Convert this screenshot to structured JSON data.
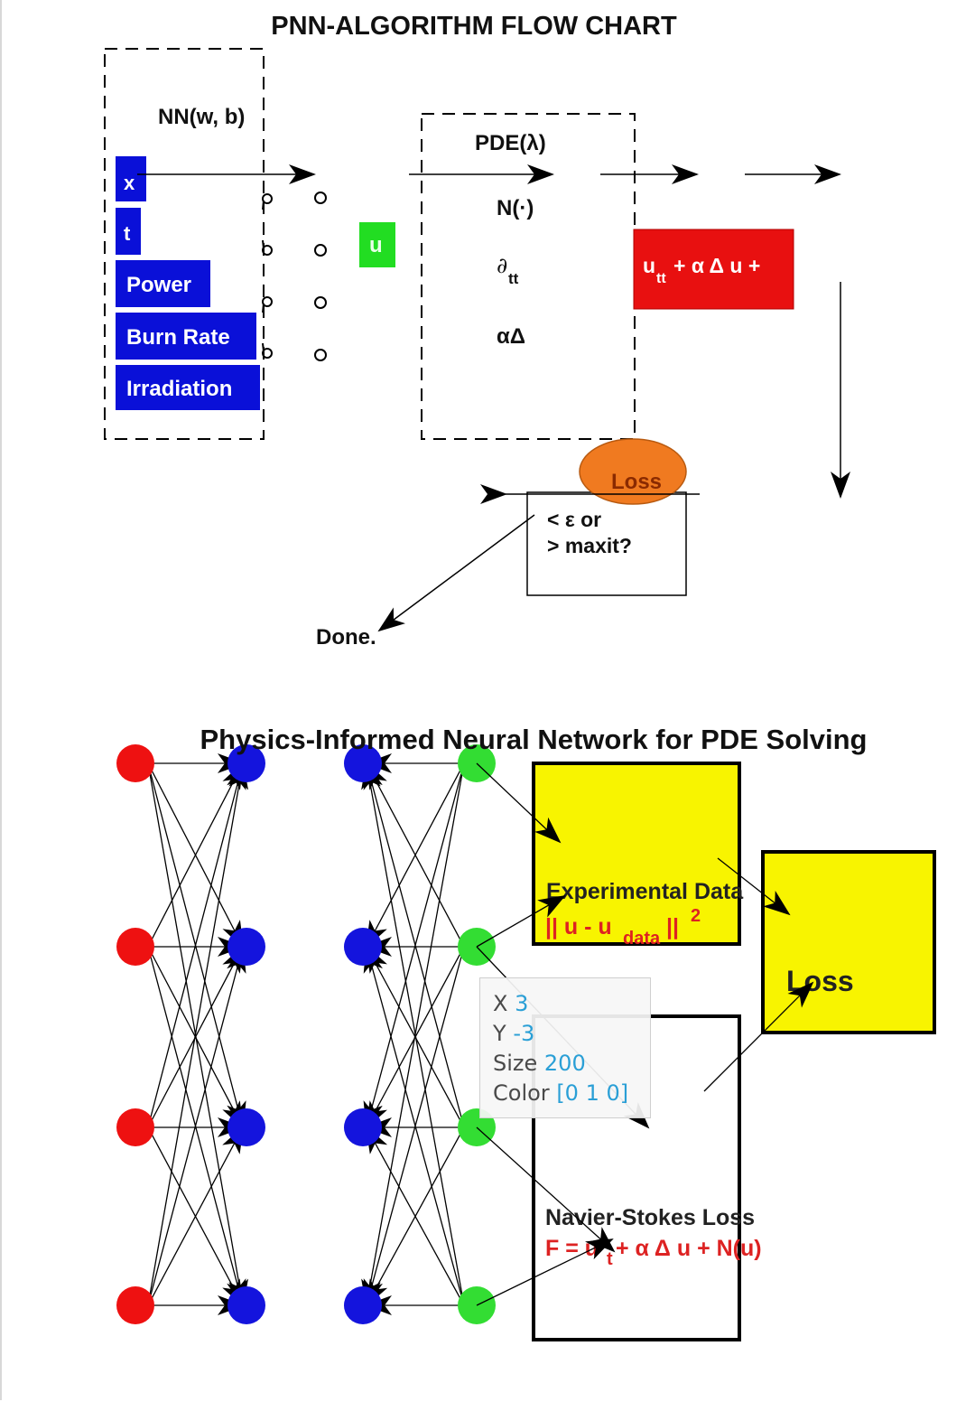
{
  "flowchart": {
    "title": "PNN-ALGORITHM FLOW CHART",
    "nn_label": "NN(w, b)",
    "inputs": [
      "x",
      "t",
      "Power",
      "Burn Rate",
      "Irradiation"
    ],
    "u_label": "u",
    "pde_label": "PDE(λ)",
    "pde_ops": [
      "N(·)",
      "∂",
      "αΔ"
    ],
    "pde_op_tt_sub": "tt",
    "residual_main": "u",
    "residual_sub": "tt",
    "residual_rest": " + α Δ u +",
    "loss_label": "Loss",
    "decision_line1": "< ε or",
    "decision_line2": "> maxit?",
    "done_label": "Done."
  },
  "network": {
    "title": "Physics-Informed Neural Network for PDE Solving",
    "exp_box_title": "Experimental Data",
    "exp_formula_a": "|| u - u",
    "exp_formula_sub": "data",
    "exp_formula_b": " ||",
    "exp_formula_sup": "2",
    "loss_box_label": "Loss",
    "ns_box_title": "Navier-Stokes Loss",
    "ns_formula_a": "F = u",
    "ns_formula_sub": "t",
    "ns_formula_b": " + α Δ u + N(u)"
  },
  "tooltip": {
    "x_label": "X",
    "x_value": "3",
    "y_label": "Y",
    "y_value": "-3",
    "size_label": "Size",
    "size_value": "200",
    "color_label": "Color",
    "color_value": "[0 1 0]"
  },
  "colors": {
    "input_blue": "#0a10d8",
    "u_green": "#22dd22",
    "residual_red": "#e81010",
    "loss_orange": "#f07a20",
    "node_red": "#ee1111",
    "node_blue": "#1414dd",
    "node_green": "#33dd33",
    "box_yellow": "#f8f400",
    "formula_red": "#dd2222"
  }
}
